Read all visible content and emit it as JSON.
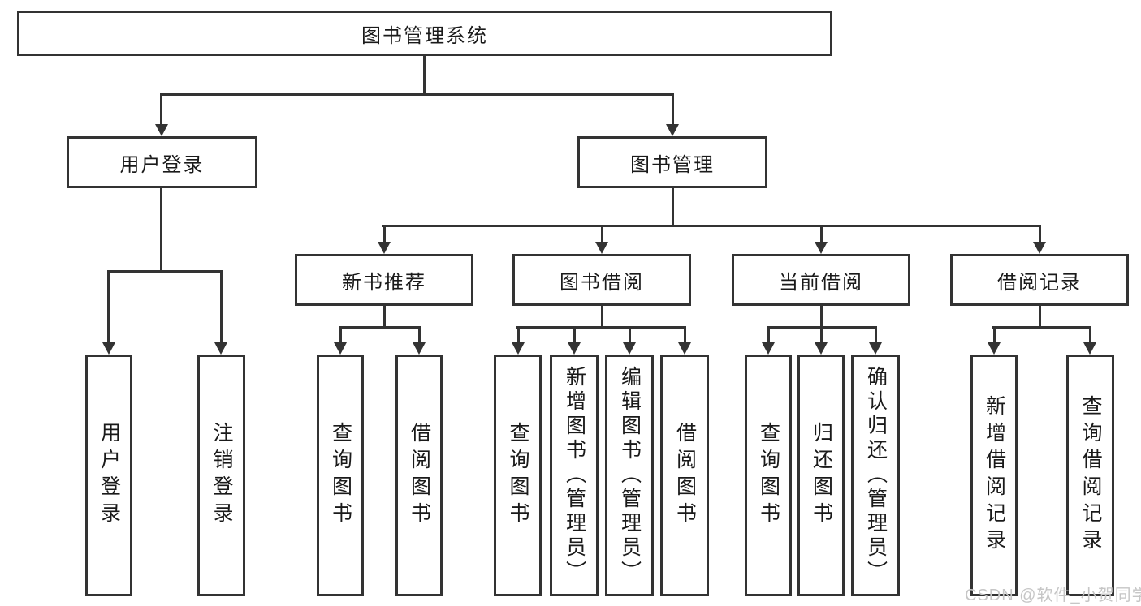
{
  "colors": {
    "line": "#333333",
    "text": "#1a1a1a",
    "background": "#ffffff",
    "watermark": "#c6c6c6"
  },
  "tree": {
    "label": "图书管理系统",
    "children": [
      {
        "label": "用户登录",
        "children": [
          {
            "label": "用户登录"
          },
          {
            "label": "注销登录"
          }
        ]
      },
      {
        "label": "图书管理",
        "children": [
          {
            "label": "新书推荐",
            "children": [
              {
                "label": "查询图书"
              },
              {
                "label": "借阅图书"
              }
            ]
          },
          {
            "label": "图书借阅",
            "children": [
              {
                "label": "查询图书"
              },
              {
                "label": "新增图书（管理员）"
              },
              {
                "label": "编辑图书（管理员）"
              },
              {
                "label": "借阅图书"
              }
            ]
          },
          {
            "label": "当前借阅",
            "children": [
              {
                "label": "查询图书"
              },
              {
                "label": "归还图书"
              },
              {
                "label": "确认归还（管理员）"
              }
            ]
          },
          {
            "label": "借阅记录",
            "children": [
              {
                "label": "新增借阅记录"
              },
              {
                "label": "查询借阅记录"
              }
            ]
          }
        ]
      }
    ]
  },
  "watermark": {
    "text": "CSDN @软件_小贺同学"
  }
}
